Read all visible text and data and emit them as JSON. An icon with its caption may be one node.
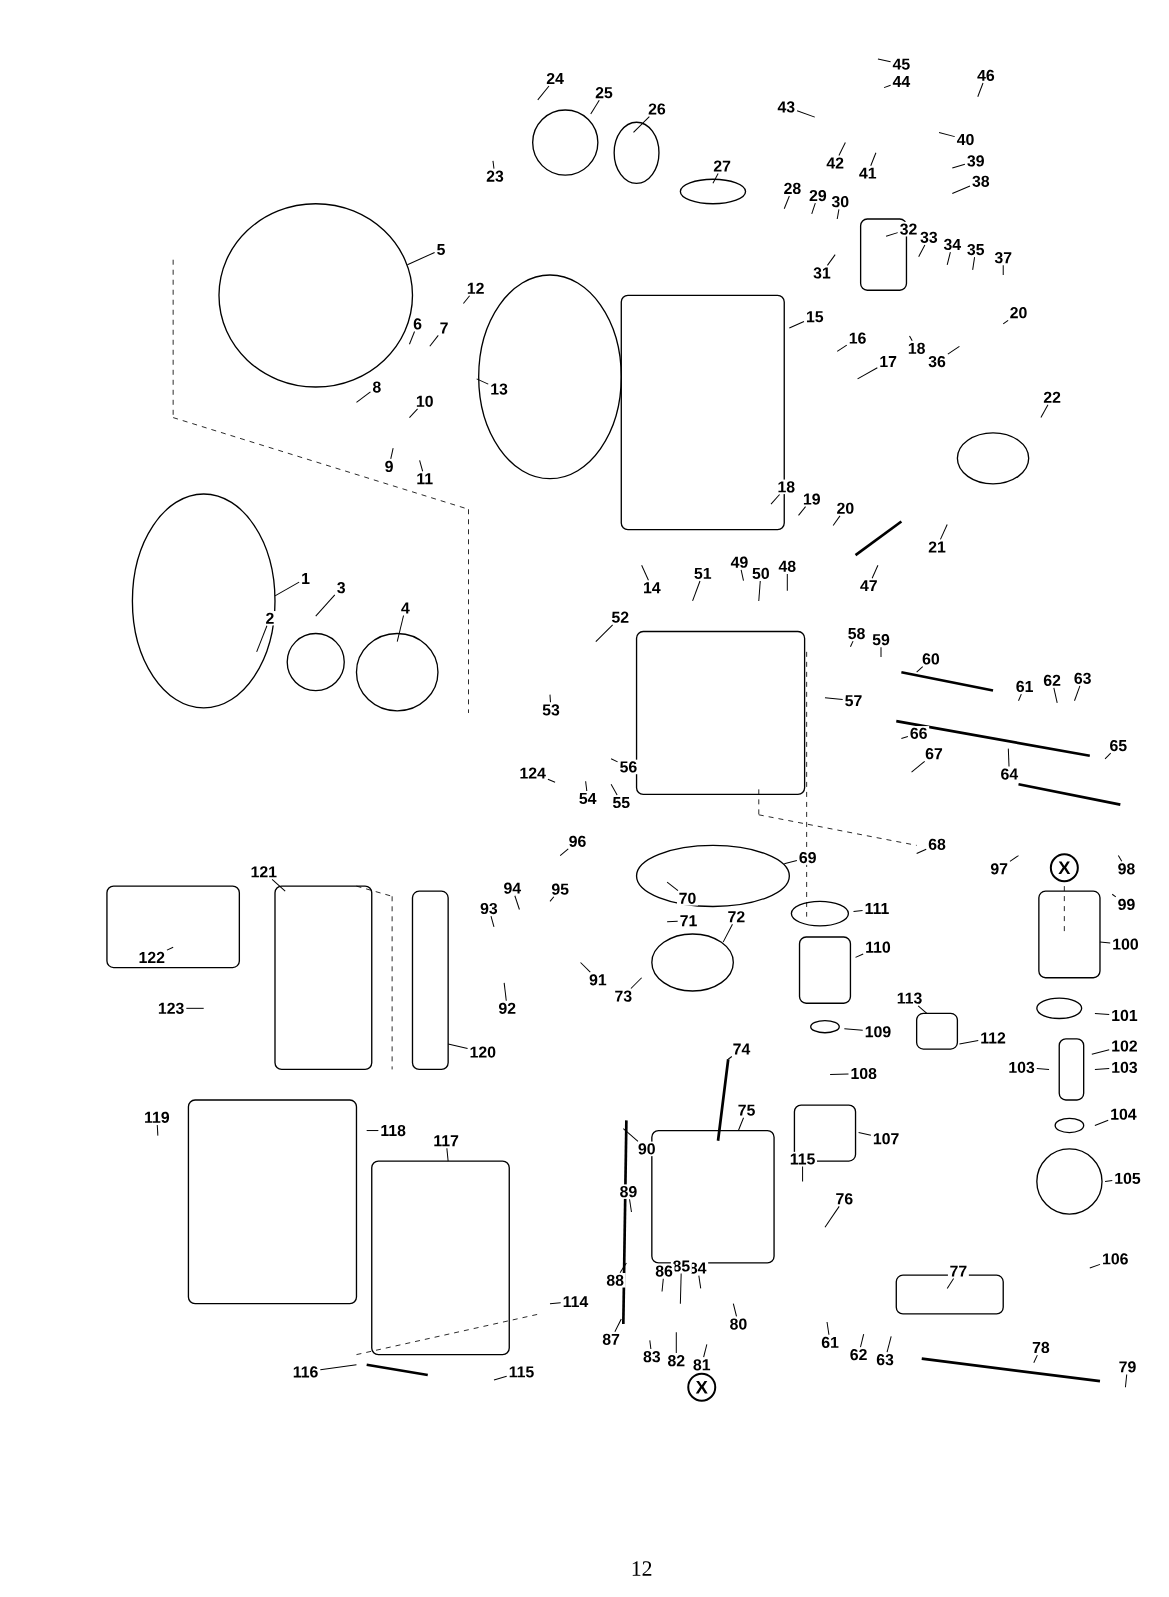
{
  "diagram": {
    "nodes": [
      {
        "text": [
          "1"
        ]
      },
      {
        "text": [
          "2"
        ]
      },
      {
        "text": [
          "3"
        ]
      },
      {
        "text": [
          "4"
        ]
      },
      {
        "text": [
          "5"
        ]
      },
      {
        "text": [
          "6"
        ]
      },
      {
        "text": [
          "7"
        ]
      },
      {
        "text": [
          "8"
        ]
      },
      {
        "text": [
          "9"
        ]
      },
      {
        "text": [
          "10"
        ]
      },
      {
        "text": [
          "11"
        ]
      },
      {
        "text": [
          "12"
        ]
      },
      {
        "text": [
          "13"
        ]
      },
      {
        "text": [
          "14"
        ]
      },
      {
        "text": [
          "15"
        ]
      },
      {
        "text": [
          "16"
        ]
      },
      {
        "text": [
          "17"
        ]
      },
      {
        "text": [
          "18"
        ]
      },
      {
        "text": [
          "18"
        ]
      },
      {
        "text": [
          "19"
        ]
      },
      {
        "text": [
          "20"
        ]
      },
      {
        "text": [
          "20"
        ]
      },
      {
        "text": [
          "21"
        ]
      },
      {
        "text": [
          "22"
        ]
      },
      {
        "text": [
          "23"
        ]
      },
      {
        "text": [
          "24"
        ]
      },
      {
        "text": [
          "25"
        ]
      },
      {
        "text": [
          "26"
        ]
      },
      {
        "text": [
          "27"
        ]
      },
      {
        "text": [
          "28"
        ]
      },
      {
        "text": [
          "29"
        ]
      },
      {
        "text": [
          "30"
        ]
      },
      {
        "text": [
          "31"
        ]
      },
      {
        "text": [
          "32"
        ]
      },
      {
        "text": [
          "33"
        ]
      },
      {
        "text": [
          "34"
        ]
      },
      {
        "text": [
          "35"
        ]
      },
      {
        "text": [
          "36"
        ]
      },
      {
        "text": [
          "37"
        ]
      },
      {
        "text": [
          "38"
        ]
      },
      {
        "text": [
          "39"
        ]
      },
      {
        "text": [
          "40"
        ]
      },
      {
        "text": [
          "41"
        ]
      },
      {
        "text": [
          "42"
        ]
      },
      {
        "text": [
          "43"
        ]
      },
      {
        "text": [
          "44"
        ]
      },
      {
        "text": [
          "45"
        ]
      },
      {
        "text": [
          "46"
        ]
      },
      {
        "text": [
          "47"
        ]
      },
      {
        "text": [
          "48"
        ]
      },
      {
        "text": [
          "49"
        ]
      },
      {
        "text": [
          "50"
        ]
      },
      {
        "text": [
          "51"
        ]
      },
      {
        "text": [
          "52"
        ]
      },
      {
        "text": [
          "53"
        ]
      },
      {
        "text": [
          "54"
        ]
      },
      {
        "text": [
          "55"
        ]
      },
      {
        "text": [
          "56"
        ]
      },
      {
        "text": [
          "57"
        ]
      },
      {
        "text": [
          "58"
        ]
      },
      {
        "text": [
          "59"
        ]
      },
      {
        "text": [
          "60"
        ]
      },
      {
        "text": [
          "61"
        ]
      },
      {
        "text": [
          "62"
        ]
      },
      {
        "text": [
          "63"
        ]
      },
      {
        "text": [
          "64"
        ]
      },
      {
        "text": [
          "65"
        ]
      },
      {
        "text": [
          "66"
        ]
      },
      {
        "text": [
          "67"
        ]
      },
      {
        "text": [
          "68"
        ]
      },
      {
        "text": [
          "69"
        ]
      },
      {
        "text": [
          "70"
        ]
      },
      {
        "text": [
          "71"
        ]
      },
      {
        "text": [
          "72"
        ]
      },
      {
        "text": [
          "73"
        ]
      },
      {
        "text": [
          "74"
        ]
      },
      {
        "text": [
          "75"
        ]
      },
      {
        "text": [
          "76"
        ]
      },
      {
        "text": [
          "77"
        ]
      },
      {
        "text": [
          "78"
        ]
      },
      {
        "text": [
          "79"
        ]
      },
      {
        "text": [
          "80"
        ]
      },
      {
        "text": [
          "81"
        ]
      },
      {
        "text": [
          "82"
        ]
      },
      {
        "text": [
          "83"
        ]
      },
      {
        "text": [
          "84"
        ]
      },
      {
        "text": [
          "85"
        ]
      },
      {
        "text": [
          "86"
        ]
      },
      {
        "text": [
          "87"
        ]
      },
      {
        "text": [
          "88"
        ]
      },
      {
        "text": [
          "89"
        ]
      },
      {
        "text": [
          "90"
        ]
      },
      {
        "text": [
          "91"
        ]
      },
      {
        "text": [
          "92"
        ]
      },
      {
        "text": [
          "93"
        ]
      },
      {
        "text": [
          "94"
        ]
      },
      {
        "text": [
          "95"
        ]
      },
      {
        "text": [
          "96"
        ]
      },
      {
        "text": [
          "97"
        ]
      },
      {
        "text": [
          "98"
        ]
      },
      {
        "text": [
          "99"
        ]
      },
      {
        "text": [
          "100"
        ]
      },
      {
        "text": [
          "101"
        ]
      },
      {
        "text": [
          "102"
        ]
      },
      {
        "text": [
          "103"
        ]
      },
      {
        "text": [
          "103"
        ]
      },
      {
        "text": [
          "104"
        ]
      },
      {
        "text": [
          "105"
        ]
      },
      {
        "text": [
          "106"
        ]
      },
      {
        "text": [
          "107"
        ]
      },
      {
        "text": [
          "108"
        ]
      },
      {
        "text": [
          "109"
        ]
      },
      {
        "text": [
          "110"
        ]
      },
      {
        "text": [
          "111"
        ]
      },
      {
        "text": [
          "112"
        ]
      },
      {
        "text": [
          "113"
        ]
      },
      {
        "text": [
          "114"
        ]
      },
      {
        "text": [
          "115"
        ]
      },
      {
        "text": [
          "115"
        ]
      },
      {
        "text": [
          "116"
        ]
      },
      {
        "text": [
          "117"
        ]
      },
      {
        "text": [
          "118"
        ]
      },
      {
        "text": [
          "119"
        ]
      },
      {
        "text": [
          "120"
        ]
      },
      {
        "text": [
          "121"
        ]
      },
      {
        "text": [
          "122"
        ]
      },
      {
        "text": [
          "123"
        ]
      },
      {
        "text": [
          "124"
        ]
      },
      {
        "text": [
          "X"
        ]
      },
      {
        "text": [
          "X"
        ]
      },
      {
        "text": [
          "61"
        ]
      },
      {
        "text": [
          "62"
        ]
      },
      {
        "text": [
          "63"
        ]
      }
    ],
    "edges": [
      {
        "from": 0,
        "to": null,
        "arrow": "none"
      },
      {
        "from": 1,
        "to": null,
        "arrow": "none"
      },
      {
        "from": 2,
        "to": null,
        "arrow": "none"
      },
      {
        "from": 3,
        "to": null,
        "arrow": "none"
      },
      {
        "from": 4,
        "to": null,
        "arrow": "none"
      },
      {
        "from": 5,
        "to": null,
        "arrow": "none"
      },
      {
        "from": 6,
        "to": null,
        "arrow": "none"
      },
      {
        "from": 7,
        "to": null,
        "arrow": "none"
      },
      {
        "from": 8,
        "to": null,
        "arrow": "none"
      },
      {
        "from": 9,
        "to": null,
        "arrow": "none"
      },
      {
        "from": 10,
        "to": null,
        "arrow": "none"
      },
      {
        "from": 11,
        "to": null,
        "arrow": "none"
      },
      {
        "from": 12,
        "to": null,
        "arrow": "none"
      },
      {
        "from": 13,
        "to": null,
        "arrow": "none"
      },
      {
        "from": 14,
        "to": null,
        "arrow": "none"
      },
      {
        "from": 15,
        "to": null,
        "arrow": "none"
      },
      {
        "from": 16,
        "to": null,
        "arrow": "none"
      },
      {
        "from": 17,
        "to": null,
        "arrow": "none"
      },
      {
        "from": 18,
        "to": null,
        "arrow": "none"
      },
      {
        "from": 19,
        "to": null,
        "arrow": "none"
      },
      {
        "from": 20,
        "to": null,
        "arrow": "none"
      },
      {
        "from": 21,
        "to": null,
        "arrow": "none"
      },
      {
        "from": 22,
        "to": null,
        "arrow": "none"
      },
      {
        "from": 23,
        "to": null,
        "arrow": "none"
      },
      {
        "from": 24,
        "to": null,
        "arrow": "none"
      },
      {
        "from": 25,
        "to": null,
        "arrow": "none"
      },
      {
        "from": 26,
        "to": null,
        "arrow": "none"
      },
      {
        "from": 27,
        "to": null,
        "arrow": "none"
      },
      {
        "from": 28,
        "to": null,
        "arrow": "none"
      },
      {
        "from": 29,
        "to": null,
        "arrow": "none"
      },
      {
        "from": 30,
        "to": null,
        "arrow": "none"
      },
      {
        "from": 31,
        "to": null,
        "arrow": "none"
      },
      {
        "from": 32,
        "to": null,
        "arrow": "none"
      },
      {
        "from": 33,
        "to": null,
        "arrow": "none"
      },
      {
        "from": 34,
        "to": null,
        "arrow": "none"
      },
      {
        "from": 35,
        "to": null,
        "arrow": "none"
      },
      {
        "from": 36,
        "to": null,
        "arrow": "none"
      },
      {
        "from": 37,
        "to": null,
        "arrow": "none"
      },
      {
        "from": 38,
        "to": null,
        "arrow": "none"
      },
      {
        "from": 39,
        "to": null,
        "arrow": "none"
      },
      {
        "from": 40,
        "to": null,
        "arrow": "none"
      },
      {
        "from": 41,
        "to": null,
        "arrow": "none"
      },
      {
        "from": 42,
        "to": null,
        "arrow": "none"
      },
      {
        "from": 43,
        "to": null,
        "arrow": "none"
      },
      {
        "from": 44,
        "to": null,
        "arrow": "none"
      },
      {
        "from": 45,
        "to": null,
        "arrow": "none"
      },
      {
        "from": 46,
        "to": null,
        "arrow": "none"
      },
      {
        "from": 47,
        "to": null,
        "arrow": "none"
      },
      {
        "from": 48,
        "to": null,
        "arrow": "none"
      },
      {
        "from": 49,
        "to": null,
        "arrow": "none"
      },
      {
        "from": 50,
        "to": null,
        "arrow": "none"
      },
      {
        "from": 51,
        "to": null,
        "arrow": "none"
      },
      {
        "from": 52,
        "to": null,
        "arrow": "none"
      },
      {
        "from": 53,
        "to": null,
        "arrow": "none"
      },
      {
        "from": 54,
        "to": null,
        "arrow": "none"
      },
      {
        "from": 55,
        "to": null,
        "arrow": "none"
      },
      {
        "from": 56,
        "to": null,
        "arrow": "none"
      },
      {
        "from": 57,
        "to": null,
        "arrow": "none"
      },
      {
        "from": 58,
        "to": null,
        "arrow": "none"
      },
      {
        "from": 59,
        "to": null,
        "arrow": "none"
      },
      {
        "from": 60,
        "to": null,
        "arrow": "none"
      },
      {
        "from": 61,
        "to": null,
        "arrow": "none"
      },
      {
        "from": 62,
        "to": null,
        "arrow": "none"
      },
      {
        "from": 63,
        "to": null,
        "arrow": "none"
      },
      {
        "from": 64,
        "to": null,
        "arrow": "none"
      },
      {
        "from": 65,
        "to": null,
        "arrow": "none"
      },
      {
        "from": 66,
        "to": null,
        "arrow": "none"
      },
      {
        "from": 67,
        "to": null,
        "arrow": "none"
      },
      {
        "from": 68,
        "to": null,
        "arrow": "none"
      },
      {
        "from": 69,
        "to": null,
        "arrow": "none"
      },
      {
        "from": 70,
        "to": null,
        "arrow": "none"
      },
      {
        "from": 71,
        "to": null,
        "arrow": "none"
      },
      {
        "from": 72,
        "to": null,
        "arrow": "none"
      },
      {
        "from": 73,
        "to": null,
        "arrow": "none"
      },
      {
        "from": 74,
        "to": null,
        "arrow": "none"
      },
      {
        "from": 75,
        "to": null,
        "arrow": "none"
      },
      {
        "from": 76,
        "to": null,
        "arrow": "none"
      },
      {
        "from": 77,
        "to": null,
        "arrow": "none"
      },
      {
        "from": 78,
        "to": null,
        "arrow": "none"
      },
      {
        "from": 79,
        "to": null,
        "arrow": "none"
      },
      {
        "from": 80,
        "to": null,
        "arrow": "none"
      },
      {
        "from": 81,
        "to": null,
        "arrow": "none"
      },
      {
        "from": 82,
        "to": null,
        "arrow": "none"
      },
      {
        "from": 83,
        "to": null,
        "arrow": "none"
      },
      {
        "from": 84,
        "to": null,
        "arrow": "none"
      },
      {
        "from": 85,
        "to": null,
        "arrow": "none"
      },
      {
        "from": 86,
        "to": null,
        "arrow": "none"
      },
      {
        "from": 87,
        "to": null,
        "arrow": "none"
      },
      {
        "from": 88,
        "to": null,
        "arrow": "none"
      },
      {
        "from": 89,
        "to": null,
        "arrow": "none"
      },
      {
        "from": 90,
        "to": null,
        "arrow": "none"
      },
      {
        "from": 91,
        "to": null,
        "arrow": "none"
      },
      {
        "from": 92,
        "to": null,
        "arrow": "none"
      },
      {
        "from": 93,
        "to": null,
        "arrow": "none"
      },
      {
        "from": 94,
        "to": null,
        "arrow": "none"
      },
      {
        "from": 95,
        "to": null,
        "arrow": "none"
      },
      {
        "from": 96,
        "to": null,
        "arrow": "none"
      },
      {
        "from": 97,
        "to": null,
        "arrow": "none"
      },
      {
        "from": 98,
        "to": null,
        "arrow": "none"
      },
      {
        "from": 99,
        "to": null,
        "arrow": "none"
      },
      {
        "from": 100,
        "to": null,
        "arrow": "none"
      },
      {
        "from": 101,
        "to": null,
        "arrow": "none"
      },
      {
        "from": 102,
        "to": null,
        "arrow": "none"
      },
      {
        "from": 103,
        "to": null,
        "arrow": "none"
      },
      {
        "from": 104,
        "to": null,
        "arrow": "none"
      },
      {
        "from": 105,
        "to": null,
        "arrow": "none"
      },
      {
        "from": 106,
        "to": null,
        "arrow": "none"
      },
      {
        "from": 107,
        "to": null,
        "arrow": "none"
      },
      {
        "from": 108,
        "to": null,
        "arrow": "none"
      },
      {
        "from": 109,
        "to": null,
        "arrow": "none"
      },
      {
        "from": 110,
        "to": null,
        "arrow": "none"
      },
      {
        "from": 111,
        "to": null,
        "arrow": "none"
      },
      {
        "from": 112,
        "to": null,
        "arrow": "none"
      },
      {
        "from": 113,
        "to": null,
        "arrow": "none"
      },
      {
        "from": 114,
        "to": null,
        "arrow": "none"
      },
      {
        "from": 115,
        "to": null,
        "arrow": "none"
      },
      {
        "from": 116,
        "to": null,
        "arrow": "none"
      },
      {
        "from": 117,
        "to": null,
        "arrow": "none"
      },
      {
        "from": 118,
        "to": null,
        "arrow": "none"
      },
      {
        "from": 119,
        "to": null,
        "arrow": "none"
      },
      {
        "from": 120,
        "to": null,
        "arrow": "none"
      },
      {
        "from": 121,
        "to": null,
        "arrow": "none"
      },
      {
        "from": 122,
        "to": null,
        "arrow": "none"
      },
      {
        "from": 123,
        "to": null,
        "arrow": "none"
      },
      {
        "from": 124,
        "to": null,
        "arrow": "none"
      },
      {
        "from": 125,
        "to": null,
        "arrow": "none"
      },
      {
        "from": 126,
        "to": null,
        "arrow": "none"
      },
      {
        "from": 127,
        "to": null,
        "arrow": "none"
      },
      {
        "from": 130,
        "to": null,
        "arrow": "none"
      },
      {
        "from": 131,
        "to": null,
        "arrow": "none"
      },
      {
        "from": 132,
        "to": null,
        "arrow": "none"
      }
    ],
    "labels": [
      "12"
    ]
  }
}
